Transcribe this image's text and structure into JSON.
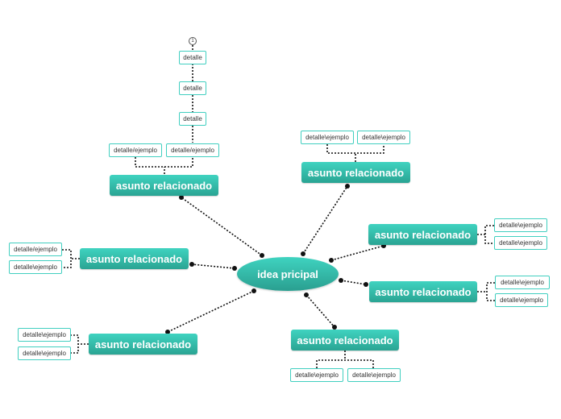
{
  "central": {
    "label": "idea pricipal"
  },
  "badge": {
    "label": "1"
  },
  "colors": {
    "accent": "#34bfad",
    "line": "#111111",
    "detail_border": "#41cfc0"
  },
  "topics": [
    {
      "label": "asunto relacionado",
      "details": [
        "detalle/ejemplo",
        "detalle/ejemplo"
      ],
      "chain": [
        "detalle",
        "detalle",
        "detalle"
      ]
    },
    {
      "label": "asunto relacionado",
      "details": [
        "detalle\\ejemplo",
        "detalle\\ejemplo"
      ]
    },
    {
      "label": "asunto relacionado",
      "details": [
        "detalle\\ejemplo",
        "detalle\\ejemplo"
      ]
    },
    {
      "label": "asunto relacionado",
      "details": [
        "detalle\\ejemplo",
        "detalle\\ejemplo"
      ]
    },
    {
      "label": "asunto relacionado",
      "details": [
        "detalle\\ejemplo",
        "detalle\\ejemplo"
      ]
    },
    {
      "label": "asunto relacionado",
      "details": [
        "detalle\\ejemplo",
        "detalle\\ejemplo"
      ]
    },
    {
      "label": "asunto relacionado",
      "details": [
        "detalle/ejemplo",
        "detalle\\ejemplo"
      ]
    }
  ]
}
